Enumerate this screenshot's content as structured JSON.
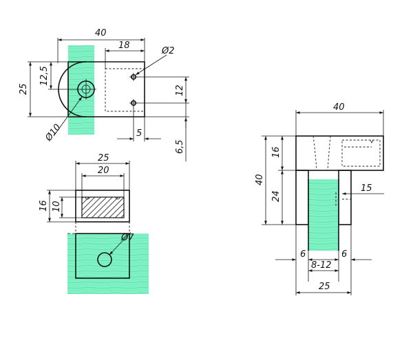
{
  "colors": {
    "glass": "#7ff2c4",
    "glass_stripe": "#5fd9ad",
    "line": "#111111",
    "background": "#ffffff"
  },
  "views": {
    "top": {
      "dims": {
        "overall_width": "40",
        "slot_offset": "18",
        "hole_small": "Ø2",
        "radius_height": "12,5",
        "body_height": "25",
        "hole_spacing": "12",
        "hole_large": "Ø10",
        "hole_inset": "5",
        "hole_offset": "6,5"
      }
    },
    "front": {
      "dims": {
        "outer_width": "25",
        "inner_width": "20",
        "total_height": "16",
        "inner_height": "10",
        "bore": "Ø7"
      }
    },
    "side": {
      "dims": {
        "overall_width": "40",
        "top_height": "16",
        "total_height": "40",
        "leg_height": "24",
        "screw_depth": "15",
        "wall_left": "6",
        "glass_range": "8-12",
        "wall_right": "6",
        "bottom_width": "25"
      }
    }
  }
}
